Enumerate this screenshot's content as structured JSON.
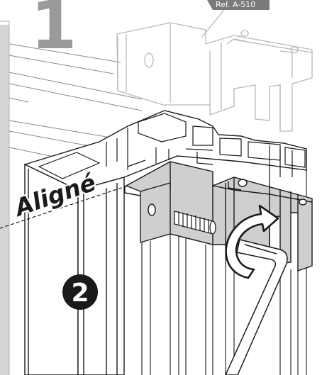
{
  "step": {
    "number": "1",
    "sub_number": "2",
    "number_color": "#9a9a9a",
    "badge_color": "#1a1a1a"
  },
  "labels": {
    "aligned": "Aligné",
    "reference": "Ref. A-510"
  },
  "colors": {
    "outline": "#1a1a1a",
    "ghost_outline": "#b8b8b8",
    "bracket_fill": "#cfcfcf",
    "frame_fill": "#ffffff",
    "arrow_fill": "#ffffff",
    "left_rail": "#d4d4d4"
  },
  "icons": {
    "rotation": "clockwise-arrow-icon",
    "tool": "hex-key-icon",
    "fastener": "screw-icon"
  }
}
